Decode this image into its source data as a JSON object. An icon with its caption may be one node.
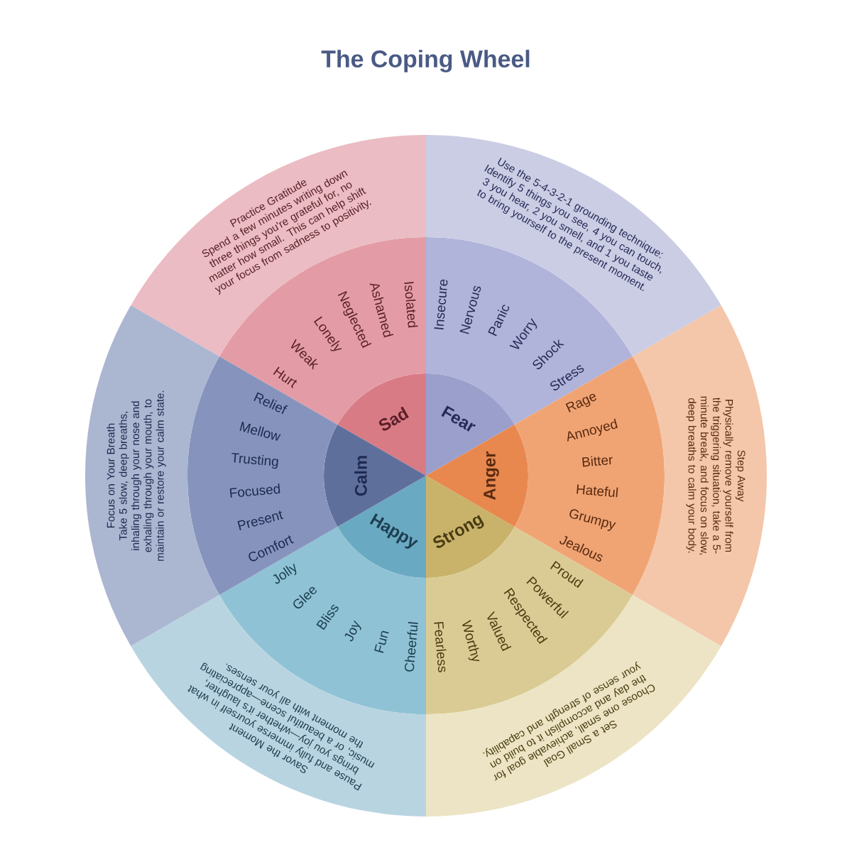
{
  "diagram": {
    "title": "The Coping Wheel",
    "nodes": [
      {
        "text": [
          "Sad"
        ]
      },
      {
        "text": [
          "Hurt",
          "Weak",
          "Lonely",
          "Neglected",
          "Ashamed",
          "Isolated"
        ]
      },
      {
        "text": [
          "Practice Gratitude",
          "Spend a few minutes writing down three things you're grateful for, no matter how small. This can help shift your focus from sadness to positivity."
        ]
      },
      {
        "text": [
          "Fear"
        ]
      },
      {
        "text": [
          "Insecure",
          "Nervous",
          "Panic",
          "Worry",
          "Shock",
          "Stress"
        ]
      },
      {
        "text": [
          "Use the 5-4-3-2-1 grounding technique: Identify 5 things you see, 4 you can touch, 3 you hear, 2 you smell, and 1 you taste to bring yourself to the present moment."
        ]
      },
      {
        "text": [
          "Anger"
        ]
      },
      {
        "text": [
          "Rage",
          "Annoyed",
          "Bitter",
          "Hateful",
          "Grumpy",
          "Jealous"
        ]
      },
      {
        "text": [
          "Step Away",
          "Physically remove yourself from the triggering situation, take a 5-minute break, and focus on slow, deep breaths to calm your body."
        ]
      },
      {
        "text": [
          "Strong"
        ]
      },
      {
        "text": [
          "Proud",
          "Powerful",
          "Respected",
          "Valued",
          "Worthy",
          "Fearless"
        ]
      },
      {
        "text": [
          "Set a Small Goal",
          "Choose one small, achievable goal for the day and accomplish it to build on your sense of strength and capability."
        ]
      },
      {
        "text": [
          "Happy"
        ]
      },
      {
        "text": [
          "Cheerful",
          "Fun",
          "Joy",
          "Bliss",
          "Glee",
          "Jolly"
        ]
      },
      {
        "text": [
          "Savor the Moment",
          "Pause and fully immerse yourself in what brings you joy—whether it's laughter, music, or a beautiful scene—appreciating the moment with all your senses."
        ]
      },
      {
        "text": [
          "Calm"
        ]
      },
      {
        "text": [
          "Comfort",
          "Present",
          "Focused",
          "Trusting",
          "Mellow",
          "Relief"
        ]
      },
      {
        "text": [
          "Focus on Your Breath",
          "Take 5 slow, deep breaths, inhaling through your nose and exhaling through your mouth, to maintain or restore your calm state."
        ]
      }
    ],
    "edges": []
  }
}
